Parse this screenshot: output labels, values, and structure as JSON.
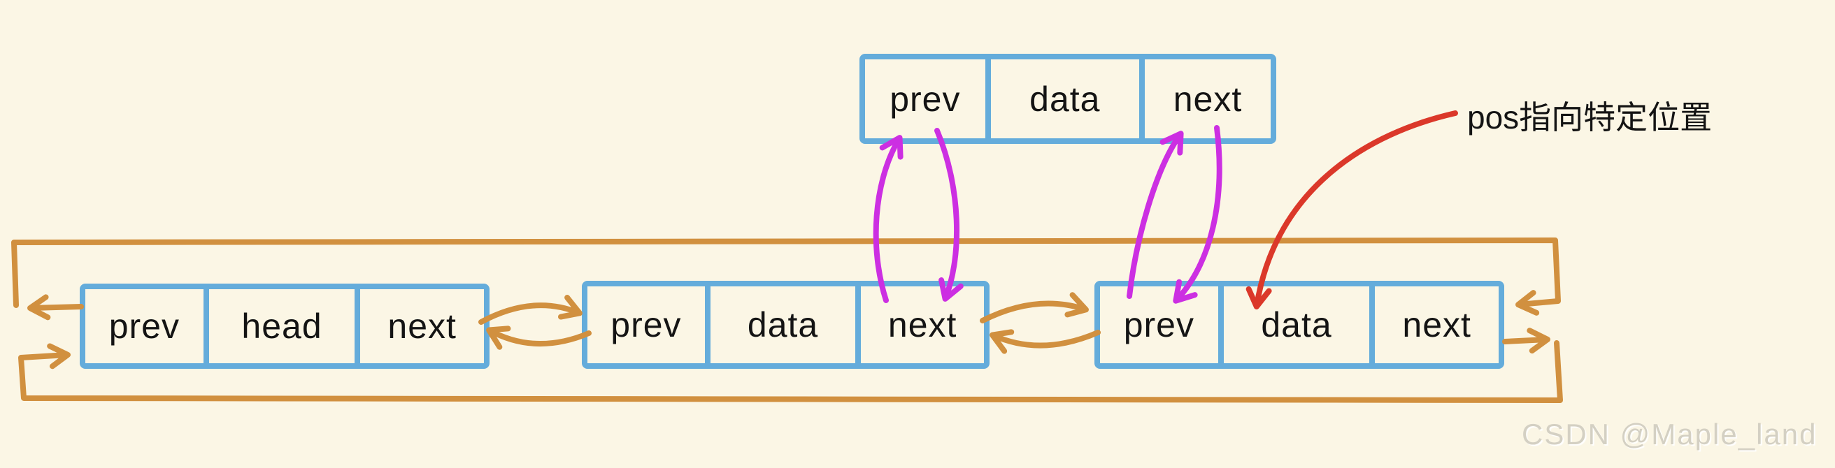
{
  "colors": {
    "bg": "#FBF6E5",
    "blue": "#64ACDB",
    "orange": "#D1903F",
    "magenta": "#CC2FE2",
    "red": "#DB382A",
    "ink": "#141414",
    "watermark_gray": "#D4D0C3"
  },
  "nodes": [
    {
      "cells": [
        "prev",
        "data",
        "next"
      ]
    },
    {
      "cells": [
        "prev",
        "head",
        "next"
      ]
    },
    {
      "cells": [
        "prev",
        "data",
        "next"
      ]
    },
    {
      "cells": [
        "prev",
        "data",
        "next"
      ]
    }
  ],
  "annotation": {
    "text": "pos指向特定位置"
  },
  "watermark": {
    "text": "CSDN @Maple_land"
  }
}
